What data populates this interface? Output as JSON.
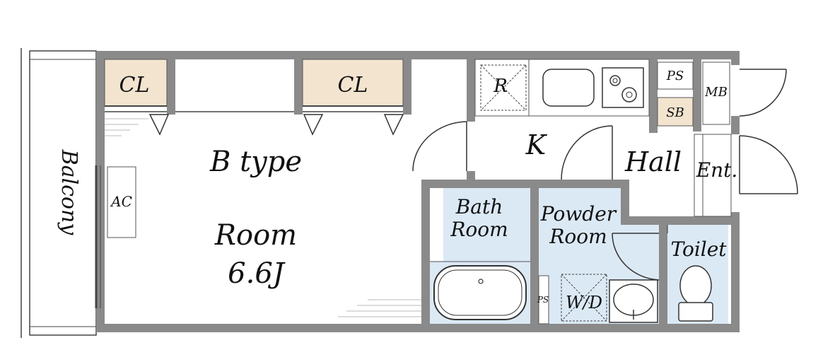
{
  "plan": {
    "type_label": "B type",
    "room_label": "Room",
    "room_size": "6.6J",
    "balcony": "Balcony",
    "ac": "AC",
    "closet_left": "CL",
    "closet_right": "CL",
    "refrigerator": "R",
    "kitchen": "K",
    "hall": "Hall",
    "entrance": "Ent.",
    "pipe_space_top": "PS",
    "pipe_space_bath": "PS",
    "meter_box": "MB",
    "shoe_box": "SB",
    "bath_line1": "Bath",
    "bath_line2": "Room",
    "powder_line1": "Powder",
    "powder_line2": "Room",
    "toilet": "Toilet",
    "washer": "W/D"
  },
  "colors": {
    "wall": "#8a8a8a",
    "wet_area": "#dbe9f5",
    "closet": "#f3e4cf",
    "line": "#333333"
  }
}
